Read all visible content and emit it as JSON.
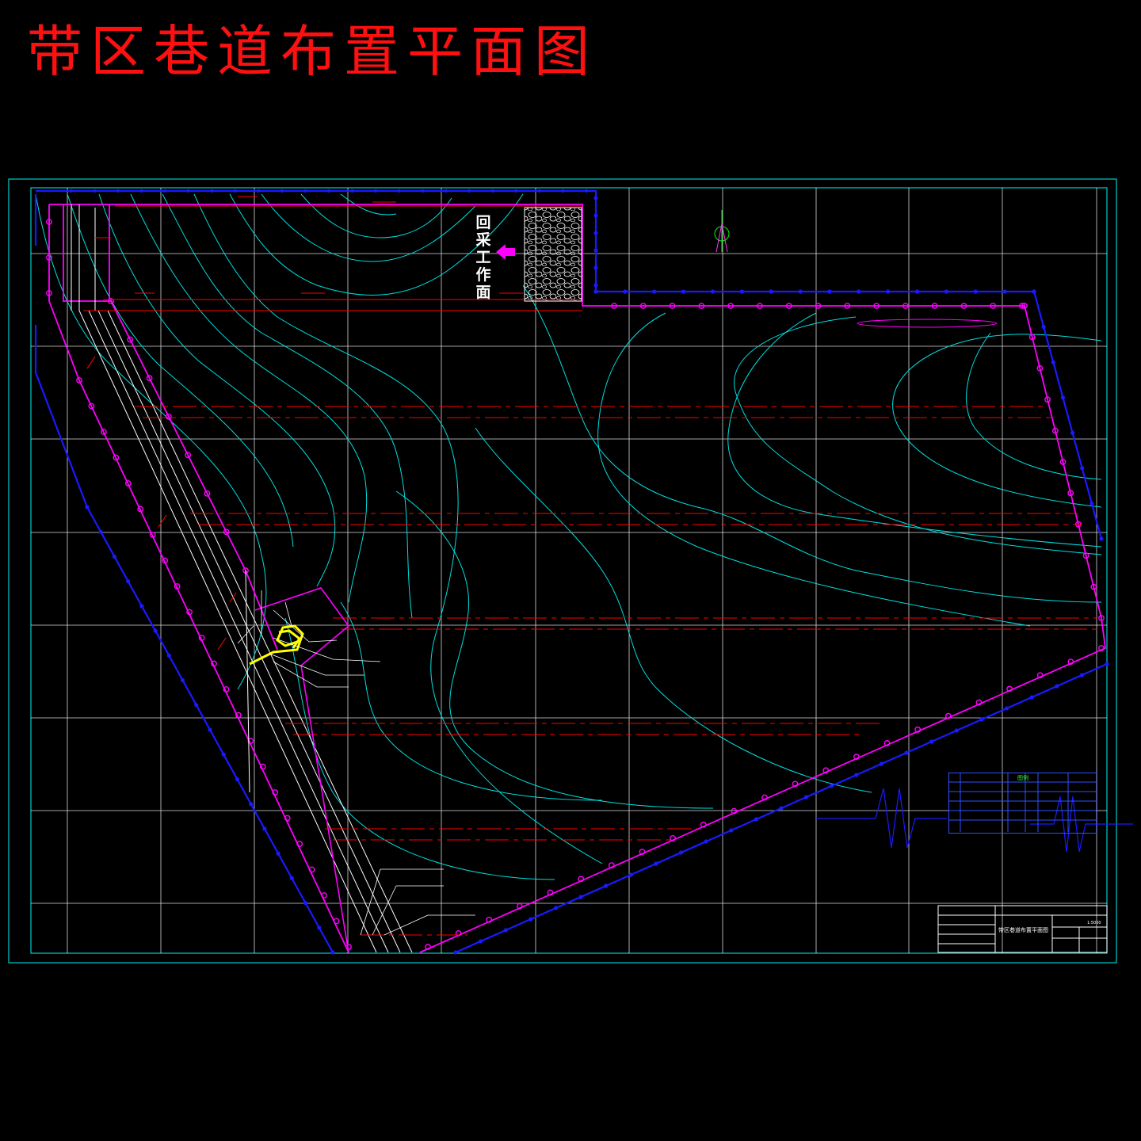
{
  "title": "带区巷道布置平面图",
  "workface_label": "回采工作面",
  "annotations": {
    "note_top": "",
    "elevation": "",
    "return_air_small": "",
    "substation": "",
    "cable": "",
    "pump_room": "",
    "coal_bunker": "",
    "sump": "",
    "yard": "",
    "transport_main": "",
    "track_main": "",
    "return_main": ""
  },
  "legend": {
    "title": "图例",
    "headers": [
      "",
      "",
      "",
      "",
      "",
      ""
    ],
    "rows": []
  },
  "title_block": {
    "drawing_name": "带区巷道布置平面图",
    "scale": "1:5000",
    "fields": []
  },
  "colors": {
    "background": "#000000",
    "title": "#ff1010",
    "frame": "#00cccc",
    "grid": "#ffffff",
    "contour": "#00e0e0",
    "boundary_blue": "#1a1aff",
    "roadway_magenta": "#ff00ff",
    "roadway_red": "#ff0000",
    "facility_yellow": "#ffff00",
    "legend_green": "#30ff30",
    "workface_arrow": "#ff00ff"
  },
  "icons": [
    "north-arrow-icon",
    "workface-arrow-icon",
    "gob-rock-pattern"
  ]
}
